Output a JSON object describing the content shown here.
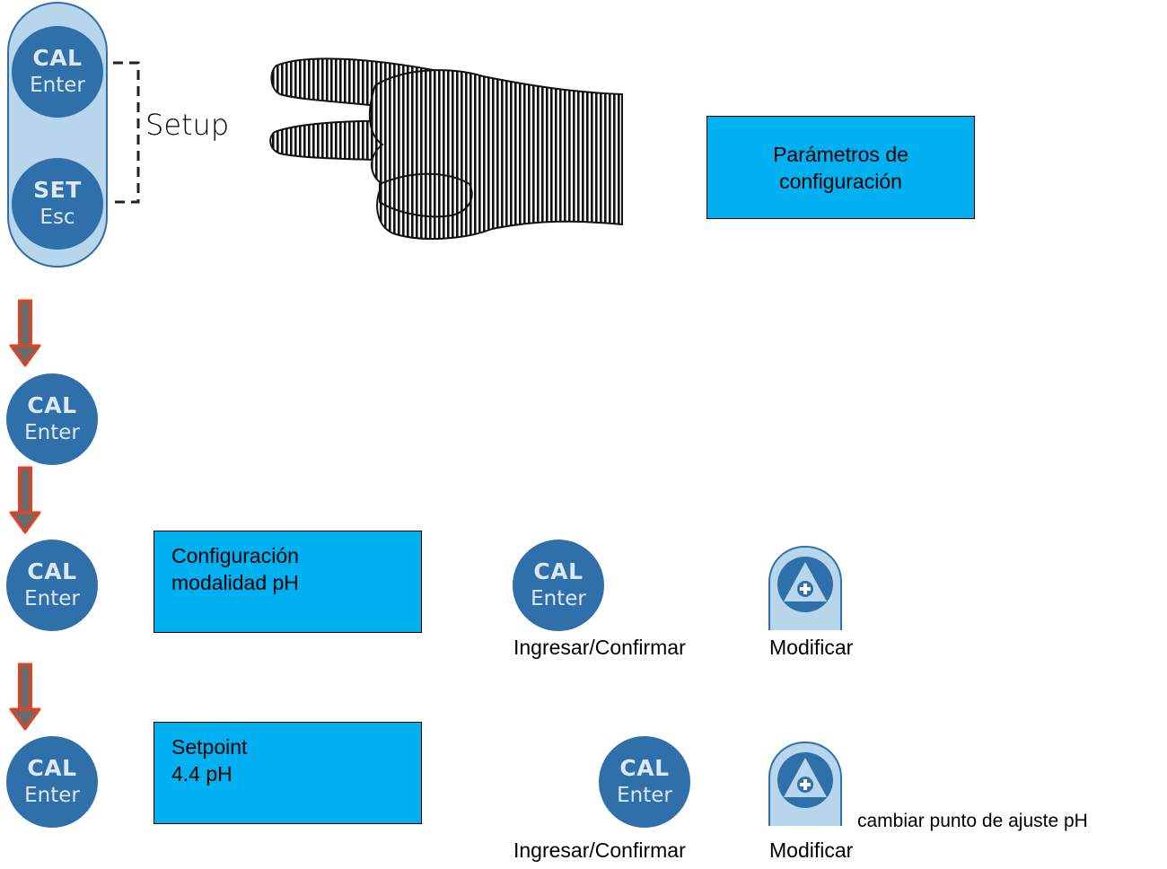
{
  "keys": {
    "cal_top": "CAL",
    "cal_bottom": "Enter",
    "set_top": "SET",
    "set_bottom": "Esc"
  },
  "setup_label": "Setup",
  "displays": {
    "config_params": {
      "line1": "Parámetros de",
      "line2": "configuración"
    },
    "mode_config": {
      "line1": "Configuración",
      "line2": "modalidad pH"
    },
    "setpoint": {
      "line1": "Setpoint",
      "line2": "4.4 pH"
    }
  },
  "captions": {
    "enter_confirm": "Ingresar/Confirmar",
    "modify": "Modificar",
    "change_setpoint": "cambiar punto de ajuste pH"
  },
  "colors": {
    "button": "#2f6faa",
    "key_face": "#b7d6ec",
    "lcd": "#00b0f0",
    "arrow": "#e8401c"
  },
  "icons": {
    "hand": "hand-two-fingers-icon",
    "plus": "plus-triangle-icon",
    "arrow": "arrow-down-icon"
  }
}
